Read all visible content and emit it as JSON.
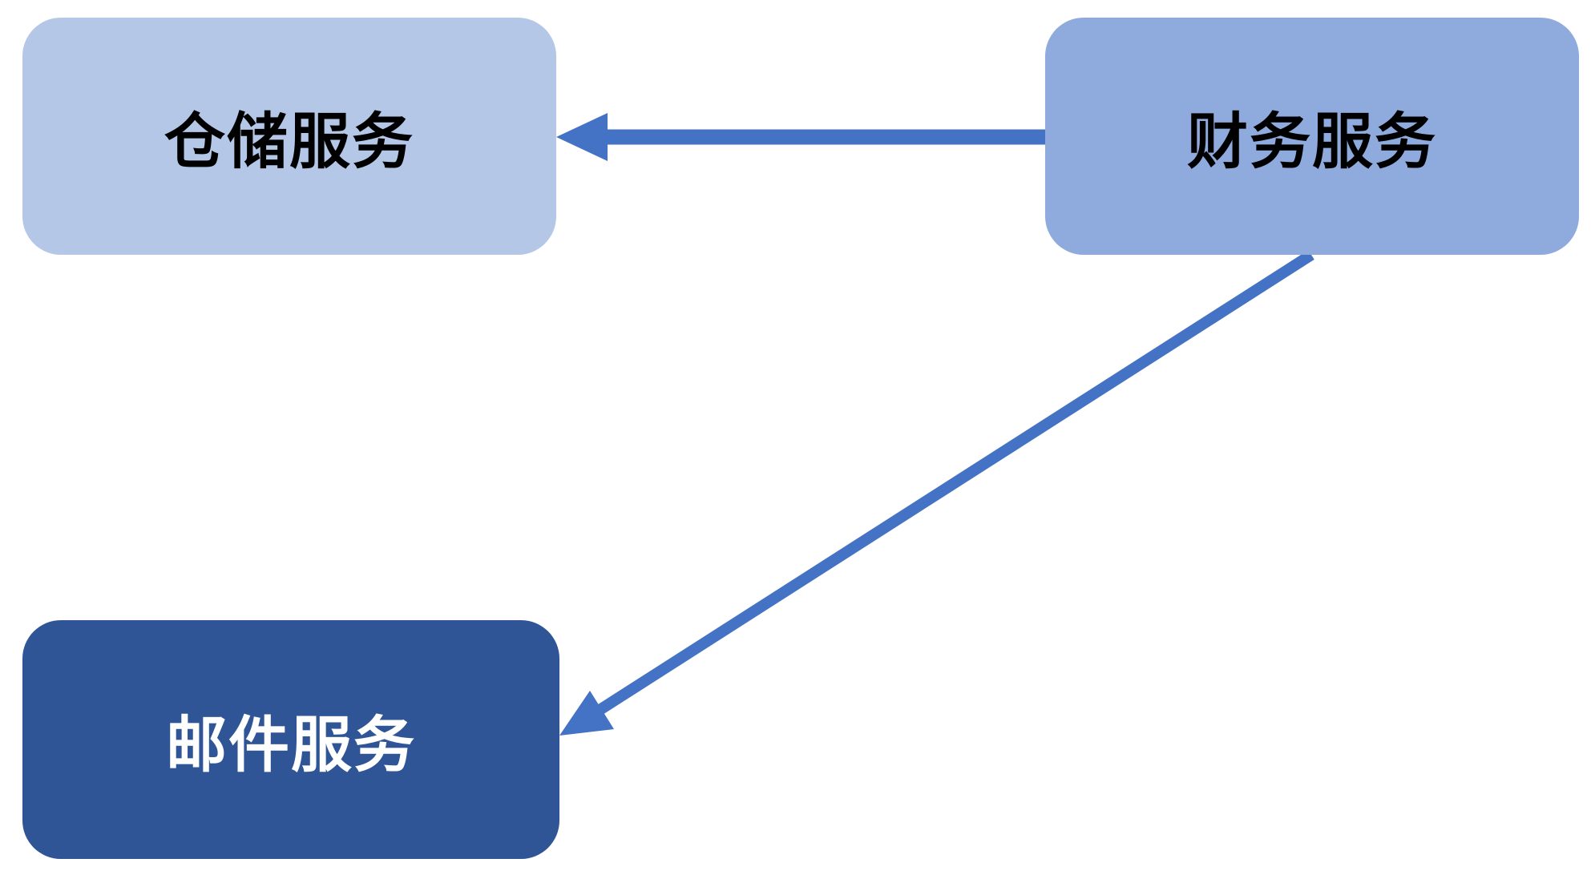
{
  "nodes": {
    "storage": {
      "label": "仓储服务",
      "bg": "#b4c7e7",
      "fg": "#000000"
    },
    "finance": {
      "label": "财务服务",
      "bg": "#8faadc",
      "fg": "#000000"
    },
    "mail": {
      "label": "邮件服务",
      "bg": "#2f5597",
      "fg": "#ffffff"
    }
  },
  "edges": [
    {
      "from": "finance",
      "to": "storage"
    },
    {
      "from": "finance",
      "to": "mail"
    }
  ],
  "colors": {
    "edge": "#4472c4"
  }
}
